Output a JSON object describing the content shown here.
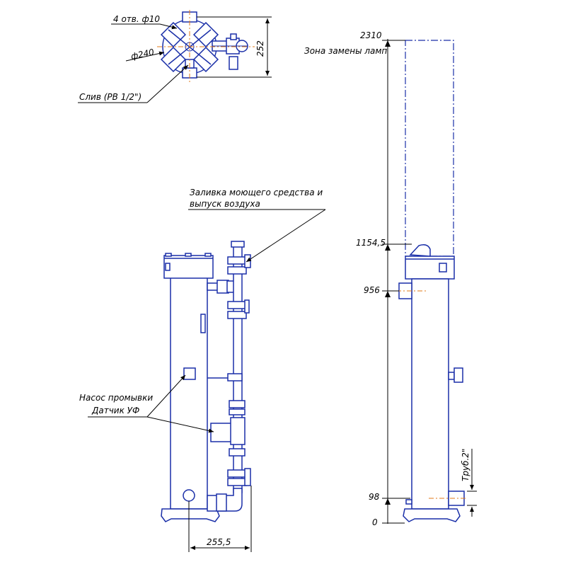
{
  "labels": {
    "holes": "4 отв. ф10",
    "diameter": "ф240",
    "drain": "Слив (РВ 1/2\")",
    "top_dim": "252",
    "detergent_line1": "Заливка моющего средства и",
    "detergent_line2": "выпуск воздуха",
    "pump": "Насос промывки",
    "sensor": "Датчик УФ",
    "bottom_dim": "255,5",
    "lamp_zone": "Зона замены ламп",
    "pipe": "Труб.2\""
  },
  "levels": {
    "l2310": "2310",
    "l1154": "1154,5",
    "l956": "956",
    "l98": "98",
    "l0": "0"
  },
  "colors": {
    "equipment": "#1a2fa8",
    "axis": "#e07818",
    "dimension": "#000000"
  }
}
